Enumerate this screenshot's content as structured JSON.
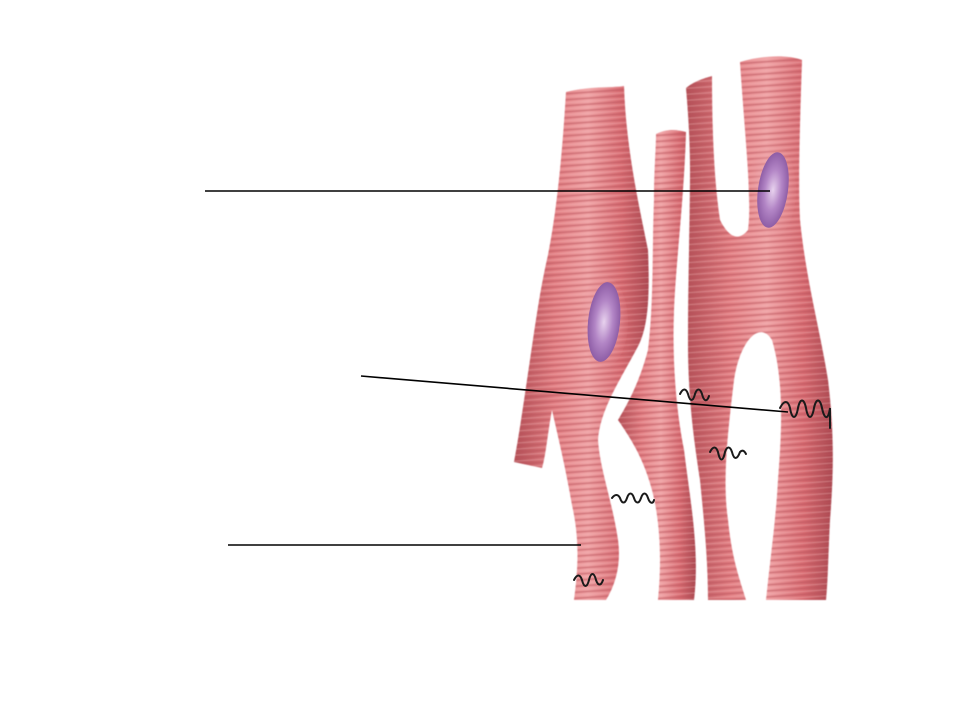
{
  "diagram": {
    "subject": "cardiac-muscle-tissue",
    "colors": {
      "background": "#ffffff",
      "muscle_fiber": "#e07a7e",
      "muscle_fiber_light": "#f2a8aa",
      "muscle_fiber_dark": "#b24e55",
      "striation": "#c15a61",
      "nucleus": "#9a64b0",
      "nucleus_light": "#d9b7e3",
      "intercalated_disc": "#1a1a1a",
      "leader_line": "#000000"
    },
    "labels": [
      {
        "id": "nucleus",
        "text": ""
      },
      {
        "id": "intercalated-disc",
        "text": ""
      },
      {
        "id": "striations",
        "text": ""
      }
    ]
  }
}
